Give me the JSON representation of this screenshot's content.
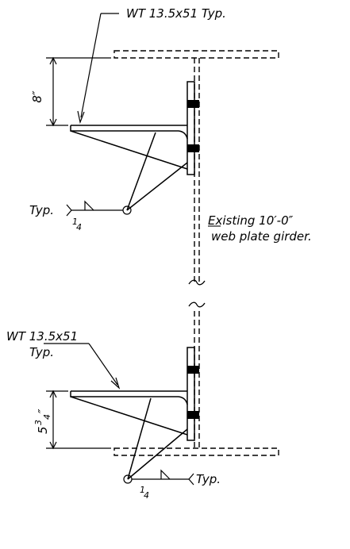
{
  "drawing": {
    "top_member_label": "WT 13.5x51 Typ.",
    "top_dimension": "8″",
    "top_weld_label": "Typ.",
    "weld_size_top": "1",
    "weld_size_bottom": "4",
    "girder_label_line1": "Existing 10′-0″",
    "girder_label_line2": "web plate girder.",
    "bottom_member_label_line1": "WT 13.5x51",
    "bottom_member_label_line2": "Typ.",
    "bottom_dimension_whole": "5",
    "bottom_dimension_frac_top": "3",
    "bottom_dimension_frac_bottom": "4",
    "bottom_dimension_unit": "″",
    "bottom_weld_label": "Typ."
  }
}
